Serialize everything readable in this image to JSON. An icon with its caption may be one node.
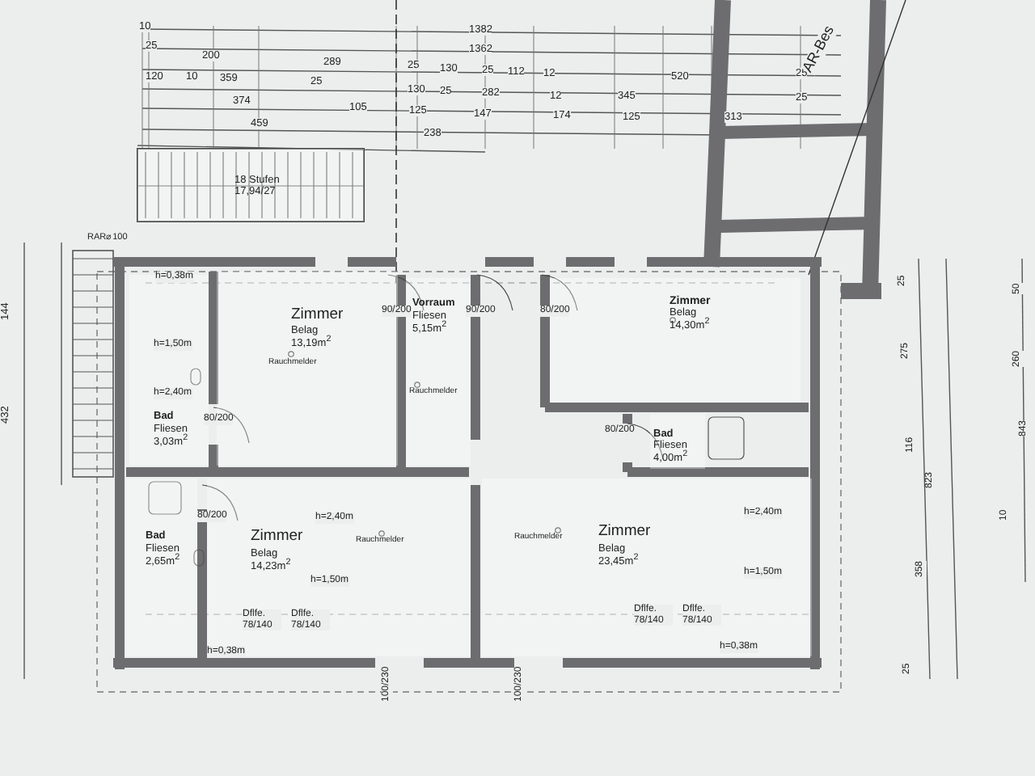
{
  "diagram": {
    "nodes": [
      {
        "text": [
          "18 Stufen 17,94/27"
        ]
      },
      {
        "text": [
          "Zimmer",
          "Belag 13,19m$^{2}$",
          "Rauchmelder"
        ]
      },
      {
        "text": [
          "Vorraum",
          "Fliesen 5,15m$^{2}$",
          "Rauchmelder"
        ]
      },
      {
        "text": [
          "Zimmer",
          "Belag 14,30m$^{2}$"
        ]
      },
      {
        "text": [
          "Bad",
          "Fliesen 3,03m$^{2}$"
        ]
      },
      {
        "text": [
          "Bad",
          "Fliesen 4,00m$^{2}$"
        ]
      },
      {
        "text": [
          "Bad",
          "Fliesen 2,65m$^{2}$"
        ]
      },
      {
        "text": [
          "Zimmer",
          "Belag 14,23m$^{2}$",
          "Rauchmelder"
        ]
      },
      {
        "text": [
          "Zimmer",
          "Belag 23,45m$^{2}$",
          "Rauchmelder"
        ]
      }
    ],
    "labels": [
      "10",
      "1382",
      "25",
      "1362",
      "200",
      "289",
      "25",
      "130",
      "25",
      "112",
      "12",
      "520",
      "25",
      "120",
      "10",
      "359",
      "25",
      "130",
      "25",
      "282",
      "12",
      "345",
      "25",
      "374",
      "105",
      "125",
      "147",
      "174",
      "125",
      "313",
      "459",
      "238",
      "AR-Bes",
      "RAR⌀100",
      "144",
      "432",
      "h=0,38m",
      "90/200",
      "90/200",
      "80/200",
      "h=1,50m",
      "h=2,40m",
      "80/200",
      "80/200",
      "80/200",
      "h=2,40m",
      "h=2,40m",
      "h=1,50m",
      "h=1,50m",
      "Dflfe. 78/140",
      "Dflfe. 78/140",
      "Dflfe. 78/140",
      "Dflfe. 78/140",
      "h=0,38m",
      "h=0,38m",
      "100/230",
      "100/230",
      "25",
      "275",
      "116",
      "823",
      "358",
      "25",
      "50",
      "260",
      "843",
      "10"
    ]
  }
}
